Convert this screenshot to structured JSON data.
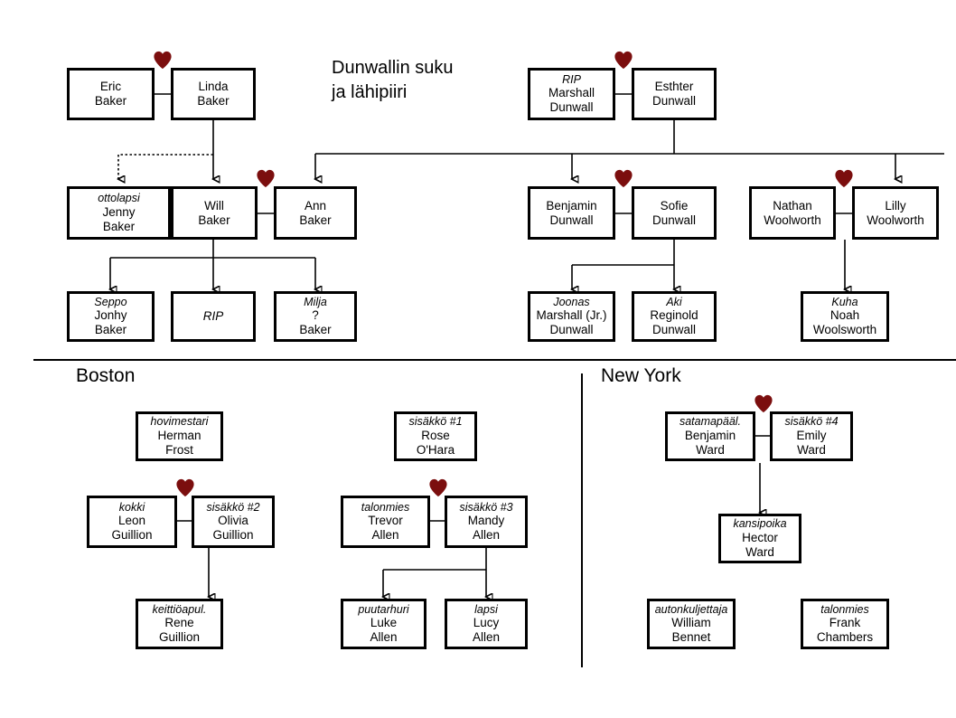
{
  "title": "Dunwallin suku\nja lähipiiri",
  "colors": {
    "heart": "#7B0E0E",
    "line": "#000000",
    "box_border": "#000000",
    "background": "#FFFFFF"
  },
  "regions": [
    {
      "id": "boston",
      "label": "Boston"
    },
    {
      "id": "newyork",
      "label": "New York"
    }
  ],
  "nodes": [
    {
      "id": "eric",
      "role": "",
      "names": [
        "Eric",
        "Baker"
      ]
    },
    {
      "id": "linda",
      "role": "",
      "names": [
        "Linda",
        "Baker"
      ]
    },
    {
      "id": "marshall",
      "role": "RIP",
      "names": [
        "Marshall",
        "Dunwall"
      ]
    },
    {
      "id": "esthter",
      "role": "",
      "names": [
        "Esthter",
        "Dunwall"
      ]
    },
    {
      "id": "jenny",
      "role": "ottolapsi",
      "names": [
        "Jenny",
        "Baker"
      ]
    },
    {
      "id": "will",
      "role": "",
      "names": [
        "Will",
        "Baker"
      ]
    },
    {
      "id": "ann",
      "role": "",
      "names": [
        "Ann",
        "Baker"
      ]
    },
    {
      "id": "benjamind",
      "role": "",
      "names": [
        "Benjamin",
        "Dunwall"
      ]
    },
    {
      "id": "sofie",
      "role": "",
      "names": [
        "Sofie",
        "Dunwall"
      ]
    },
    {
      "id": "nathan",
      "role": "",
      "names": [
        "Nathan",
        "Woolworth"
      ]
    },
    {
      "id": "lilly",
      "role": "",
      "names": [
        "Lilly",
        "Woolworth"
      ]
    },
    {
      "id": "seppo",
      "role": "Seppo",
      "names": [
        "Jonhy",
        "Baker"
      ]
    },
    {
      "id": "ripchild",
      "role": "",
      "names": [
        "RIP"
      ]
    },
    {
      "id": "milja",
      "role": "Milja",
      "names": [
        "?",
        "Baker"
      ]
    },
    {
      "id": "joonas",
      "role": "Joonas",
      "names": [
        "Marshall (Jr.)",
        "Dunwall"
      ]
    },
    {
      "id": "aki",
      "role": "Aki",
      "names": [
        "Reginold",
        "Dunwall"
      ]
    },
    {
      "id": "kuha",
      "role": "Kuha",
      "names": [
        "Noah",
        "Woolsworth"
      ]
    },
    {
      "id": "herman",
      "role": "hovimestari",
      "names": [
        "Herman",
        "Frost"
      ]
    },
    {
      "id": "rose",
      "role": "sisäkkö #1",
      "names": [
        "Rose",
        "O'Hara"
      ]
    },
    {
      "id": "leon",
      "role": "kokki",
      "names": [
        "Leon",
        "Guillion"
      ]
    },
    {
      "id": "olivia",
      "role": "sisäkkö #2",
      "names": [
        "Olivia",
        "Guillion"
      ]
    },
    {
      "id": "trevor",
      "role": "talonmies",
      "names": [
        "Trevor",
        "Allen"
      ]
    },
    {
      "id": "mandy",
      "role": "sisäkkö #3",
      "names": [
        "Mandy",
        "Allen"
      ]
    },
    {
      "id": "rene",
      "role": "keittiöapul.",
      "names": [
        "Rene",
        "Guillion"
      ]
    },
    {
      "id": "luke",
      "role": "puutarhuri",
      "names": [
        "Luke",
        "Allen"
      ]
    },
    {
      "id": "lucy",
      "role": "lapsi",
      "names": [
        "Lucy",
        "Allen"
      ]
    },
    {
      "id": "benjaminw",
      "role": "satamapääl.",
      "names": [
        "Benjamin",
        "Ward"
      ]
    },
    {
      "id": "emily",
      "role": "sisäkkö #4",
      "names": [
        "Emily",
        "Ward"
      ]
    },
    {
      "id": "hector",
      "role": "kansipoika",
      "names": [
        "Hector",
        "Ward"
      ]
    },
    {
      "id": "william",
      "role": "autonkuljettaja",
      "names": [
        "William",
        "Bennet"
      ]
    },
    {
      "id": "frank",
      "role": "talonmies",
      "names": [
        "Frank",
        "Chambers"
      ]
    }
  ],
  "marriages": [
    {
      "a": "eric",
      "b": "linda"
    },
    {
      "a": "marshall",
      "b": "esthter"
    },
    {
      "a": "will",
      "b": "ann"
    },
    {
      "a": "benjamind",
      "b": "sofie"
    },
    {
      "a": "nathan",
      "b": "lilly"
    },
    {
      "a": "leon",
      "b": "olivia"
    },
    {
      "a": "trevor",
      "b": "mandy"
    },
    {
      "a": "benjaminw",
      "b": "emily"
    }
  ],
  "relations": [
    {
      "from": "linda",
      "to": "jenny",
      "style": "adopted"
    },
    {
      "from": "linda",
      "to": "will",
      "style": "child"
    },
    {
      "from": "esthter",
      "to": "ann",
      "style": "child"
    },
    {
      "from": "esthter",
      "to": "benjamind",
      "style": "child"
    },
    {
      "from": "esthter",
      "to": "lilly",
      "style": "child"
    },
    {
      "from": "will",
      "to": "seppo",
      "style": "child"
    },
    {
      "from": "will",
      "to": "ripchild",
      "style": "child"
    },
    {
      "from": "will",
      "to": "milja",
      "style": "child"
    },
    {
      "from": "sofie",
      "to": "joonas",
      "style": "child"
    },
    {
      "from": "sofie",
      "to": "aki",
      "style": "child"
    },
    {
      "from": "lilly",
      "to": "kuha",
      "style": "child"
    },
    {
      "from": "olivia",
      "to": "rene",
      "style": "child"
    },
    {
      "from": "mandy",
      "to": "luke",
      "style": "child"
    },
    {
      "from": "mandy",
      "to": "lucy",
      "style": "child"
    },
    {
      "from": "emily",
      "to": "hector",
      "style": "child"
    }
  ]
}
